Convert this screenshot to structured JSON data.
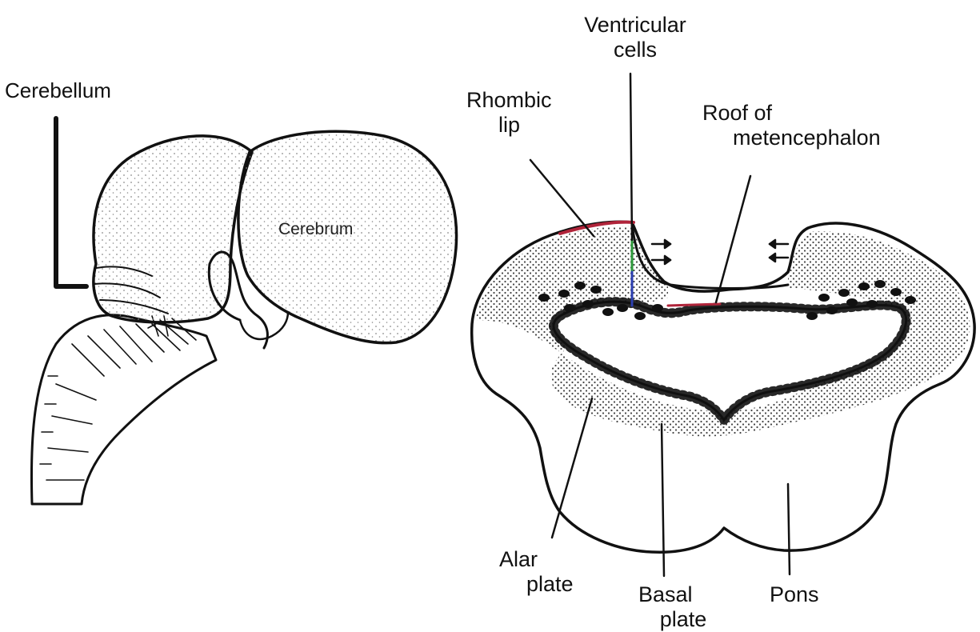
{
  "left_figure": {
    "labels": {
      "cerebellum": "Cerebellum",
      "cerebrum": "Cerebrum"
    }
  },
  "right_figure": {
    "labels": {
      "ventricular_cells": [
        "Ventricular",
        "cells"
      ],
      "rhombic_lip": [
        "Rhombic",
        "lip"
      ],
      "roof": [
        "Roof of",
        "metencephalon"
      ],
      "alar_plate": [
        "Alar",
        "plate"
      ],
      "basal_plate": [
        "Basal",
        "plate"
      ],
      "pons": "Pons"
    }
  },
  "colors": {
    "ink": "#111111",
    "stipple": "#8a8a8a",
    "rhombic_lip_highlight": "#b0243a",
    "ventricular_green": "#2e9a3c",
    "ventricular_blue": "#2c3fb0"
  }
}
